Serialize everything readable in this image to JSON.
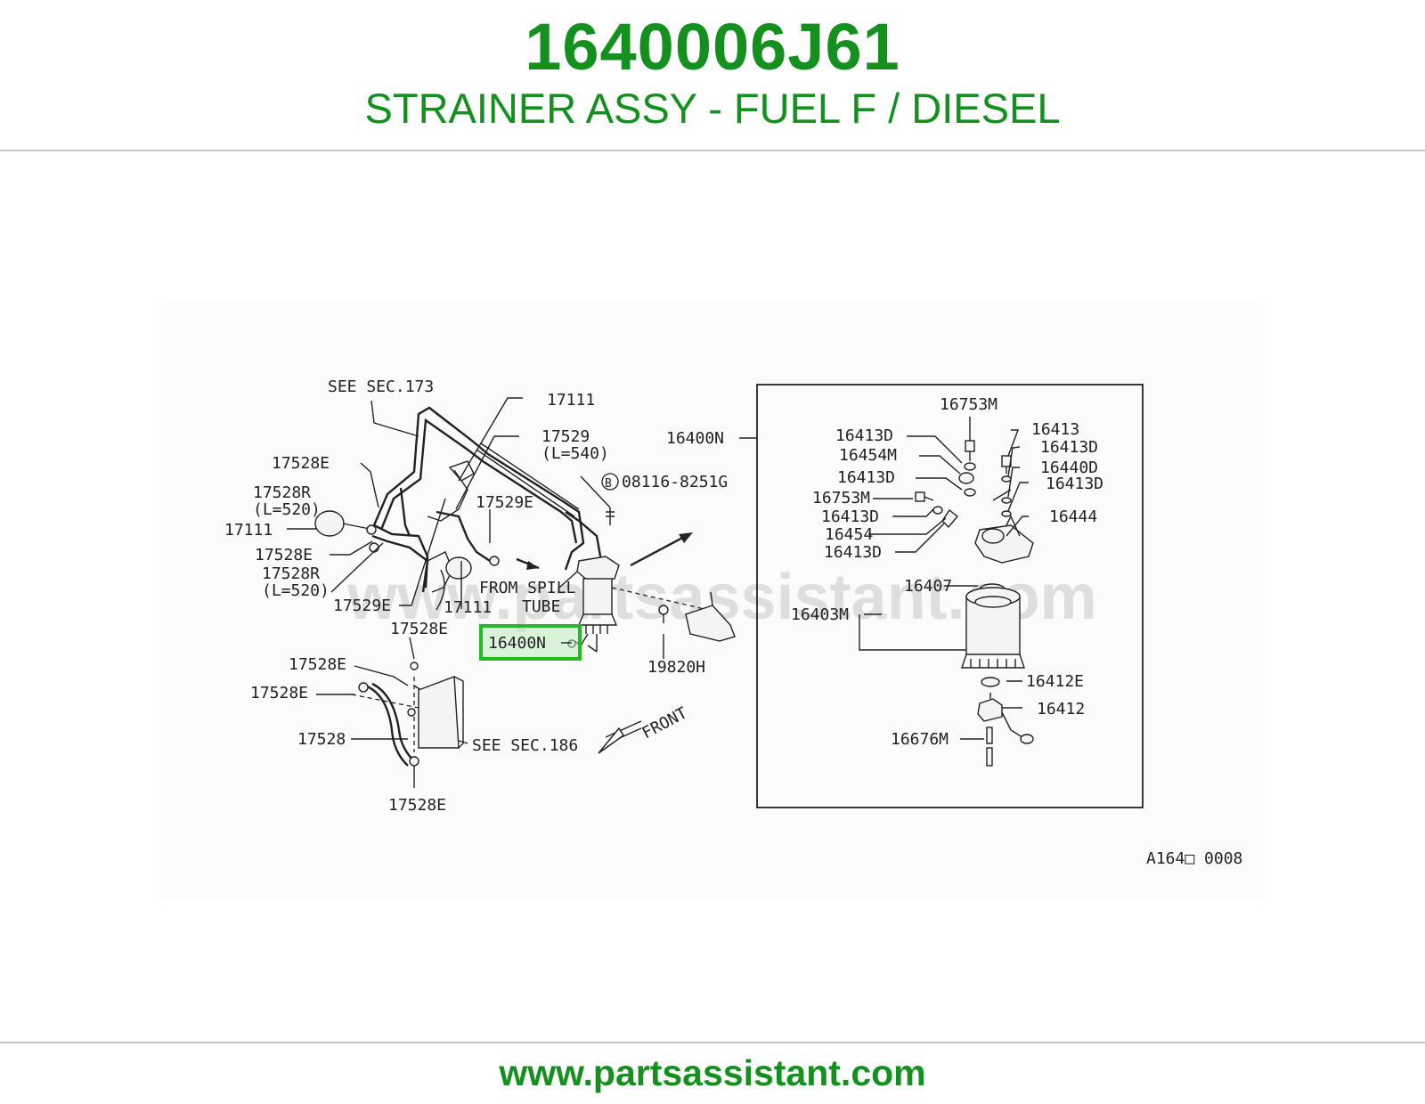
{
  "header": {
    "part_number": "1640006J61",
    "description": "STRAINER ASSY - FUEL F / DIESEL"
  },
  "diagram": {
    "callouts": [
      {
        "id": "see-sec-173",
        "text": "SEE SEC.173"
      },
      {
        "id": "c-17111-top",
        "text": "17111"
      },
      {
        "id": "c-17529",
        "text": "17529"
      },
      {
        "id": "c-17529-len",
        "text": "(L=540)"
      },
      {
        "id": "c-17528e-1",
        "text": "17528E"
      },
      {
        "id": "c-17528r-1",
        "text": "17528R"
      },
      {
        "id": "c-17528r-1-len",
        "text": "(L=520)"
      },
      {
        "id": "c-17111-left",
        "text": "17111"
      },
      {
        "id": "c-17528e-2",
        "text": "17528E"
      },
      {
        "id": "c-17528r-2",
        "text": "17528R"
      },
      {
        "id": "c-17528r-2-len",
        "text": "(L=520)"
      },
      {
        "id": "c-17529e-top",
        "text": "17529E"
      },
      {
        "id": "c-17529e-bottom",
        "text": "17529E"
      },
      {
        "id": "c-17111-bottom",
        "text": "17111"
      },
      {
        "id": "from-spill",
        "text": "FROM SPILL"
      },
      {
        "id": "tube",
        "text": "TUBE"
      },
      {
        "id": "c-17528e-3",
        "text": "17528E"
      },
      {
        "id": "c-17528e-4",
        "text": "17528E"
      },
      {
        "id": "c-17528e-5",
        "text": "17528E"
      },
      {
        "id": "c-17528",
        "text": "17528"
      },
      {
        "id": "see-sec-186",
        "text": "SEE SEC.186"
      },
      {
        "id": "c-17528e-6",
        "text": "17528E"
      },
      {
        "id": "c-16400n-main",
        "text": "16400N"
      },
      {
        "id": "bolt-symbol",
        "text": "B"
      },
      {
        "id": "c-08116",
        "text": "08116-8251G"
      },
      {
        "id": "c-19820h",
        "text": "19820H"
      },
      {
        "id": "front",
        "text": "FRONT"
      },
      {
        "id": "c-16400n-box",
        "text": "16400N"
      },
      {
        "id": "c-16753m-1",
        "text": "16753M"
      },
      {
        "id": "c-16413d-1",
        "text": "16413D"
      },
      {
        "id": "c-16454m",
        "text": "16454M"
      },
      {
        "id": "c-16413d-2",
        "text": "16413D"
      },
      {
        "id": "c-16753m-2",
        "text": "16753M"
      },
      {
        "id": "c-16413d-3",
        "text": "16413D"
      },
      {
        "id": "c-16454",
        "text": "16454"
      },
      {
        "id": "c-16413d-4",
        "text": "16413D"
      },
      {
        "id": "c-16413",
        "text": "16413"
      },
      {
        "id": "c-16413d-5",
        "text": "16413D"
      },
      {
        "id": "c-16440d",
        "text": "16440D"
      },
      {
        "id": "c-16413d-6",
        "text": "16413D"
      },
      {
        "id": "c-16444",
        "text": "16444"
      },
      {
        "id": "c-16407",
        "text": "16407"
      },
      {
        "id": "c-16403m",
        "text": "16403M"
      },
      {
        "id": "c-16412e",
        "text": "16412E"
      },
      {
        "id": "c-16412",
        "text": "16412"
      },
      {
        "id": "c-16676m",
        "text": "16676M"
      }
    ],
    "highlighted_callout": "16400N",
    "highlight_color": "#22bb22",
    "watermark": "www.partsassistant.com",
    "figure_code": "A164□ 0008"
  },
  "footer": {
    "url": "www.partsassistant.com"
  }
}
